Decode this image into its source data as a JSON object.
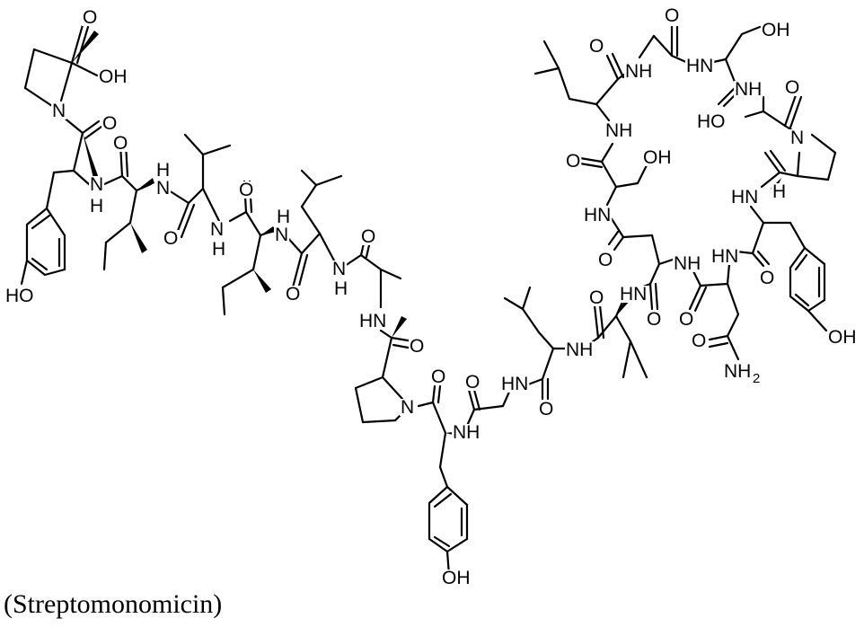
{
  "caption": "(Streptomonomicin)",
  "atom_labels": {
    "o_acid_top": "O",
    "oh_acid": "OH",
    "n_pro1": "N",
    "o_c1": "O",
    "nh_1": "H",
    "n_1": "N",
    "o_2": "O",
    "nh_2": "H",
    "n_2": "N",
    "o_3": "O",
    "n_3": "N",
    "h_3": "H",
    "o_4": "O",
    "n_4": "N",
    "h_4": "H",
    "o_5": "O",
    "n_5": "N",
    "h_5": "H",
    "o_6": "O",
    "oh_tyr1": "HO",
    "hn_ala": "HN",
    "o_pro2": "O",
    "n_pro2": "N",
    "o_gly": "O",
    "nh_tyr2": "NH",
    "hn_gly": "HN",
    "o_leu3": "O",
    "nh_leu3": "NH",
    "oh_tyr2": "OH",
    "o_ile3": "O",
    "hn_ile3": "HN",
    "o_asp": "O",
    "nh_asp": "NH",
    "o_asn": "O",
    "o_asn_side": "O",
    "nh2_asn": "NH",
    "nh2_sub": "2",
    "hn_tyr3": "HN",
    "o_tyr3": "O",
    "oh_tyr3": "OH",
    "hn_ser1": "HN",
    "o_ser1": "O",
    "oh_ser1": "OH",
    "nh_ser1": "NH",
    "o_leu4": "O",
    "o_gly2": "O",
    "nh_gly2": "NH",
    "hn_ser2": "HN",
    "oh_ser2": "OH",
    "nh_thr": "NH",
    "o_thr": "O",
    "ho_thr": "HO",
    "n_pro3": "N",
    "hn_pro3": "HN",
    "h_pro3": "H",
    "o_ser2": "O"
  }
}
